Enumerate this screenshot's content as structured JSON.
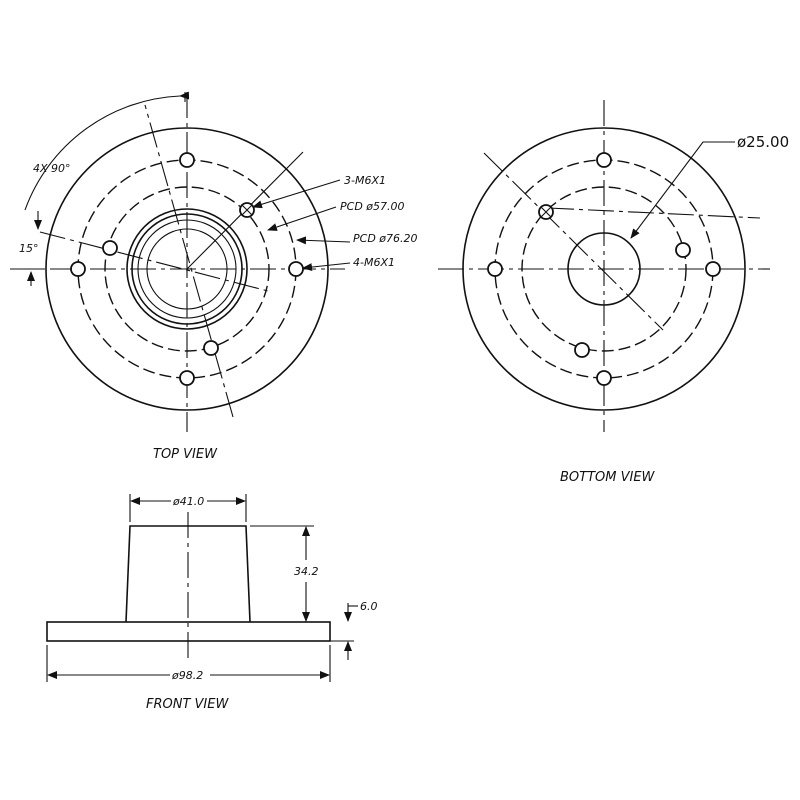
{
  "views": {
    "top": "TOP VIEW",
    "bottom": "BOTTOM VIEW",
    "front": "FRONT VIEW"
  },
  "top_view": {
    "angle_label": "4X 90°",
    "offset_angle_label": "15°",
    "tapped_holes_3": "3-M6X1",
    "pcd_inner": "PCD ø57.00",
    "pcd_outer": "PCD ø76.20",
    "tapped_holes_4": "4-M6X1"
  },
  "bottom_view": {
    "bore_dia": "ø25.00"
  },
  "front_view": {
    "top_dia": "ø41.0",
    "height": "34.2",
    "flange_thickness": "6.0",
    "base_dia": "ø98.2"
  }
}
